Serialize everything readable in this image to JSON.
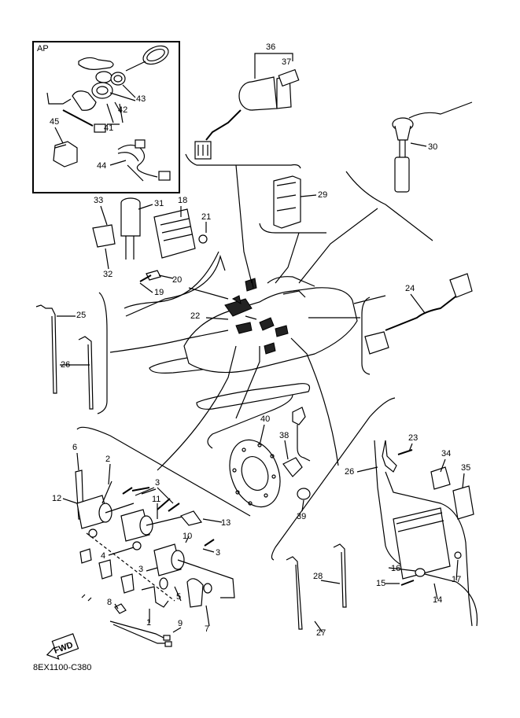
{
  "inset_label": "AP",
  "drawing_code": "8EX1100-C380",
  "fwd_label": "FWD",
  "callouts": [
    "1",
    "2",
    "3",
    "3",
    "3",
    "4",
    "5",
    "6",
    "7",
    "8",
    "9",
    "10",
    "11",
    "12",
    "13",
    "14",
    "15",
    "16",
    "17",
    "18",
    "19",
    "20",
    "21",
    "22",
    "23",
    "24",
    "25",
    "26",
    "26",
    "27",
    "28",
    "29",
    "30",
    "31",
    "32",
    "33",
    "34",
    "35",
    "36",
    "37",
    "38",
    "39",
    "40",
    "41",
    "42",
    "43",
    "44",
    "45"
  ]
}
